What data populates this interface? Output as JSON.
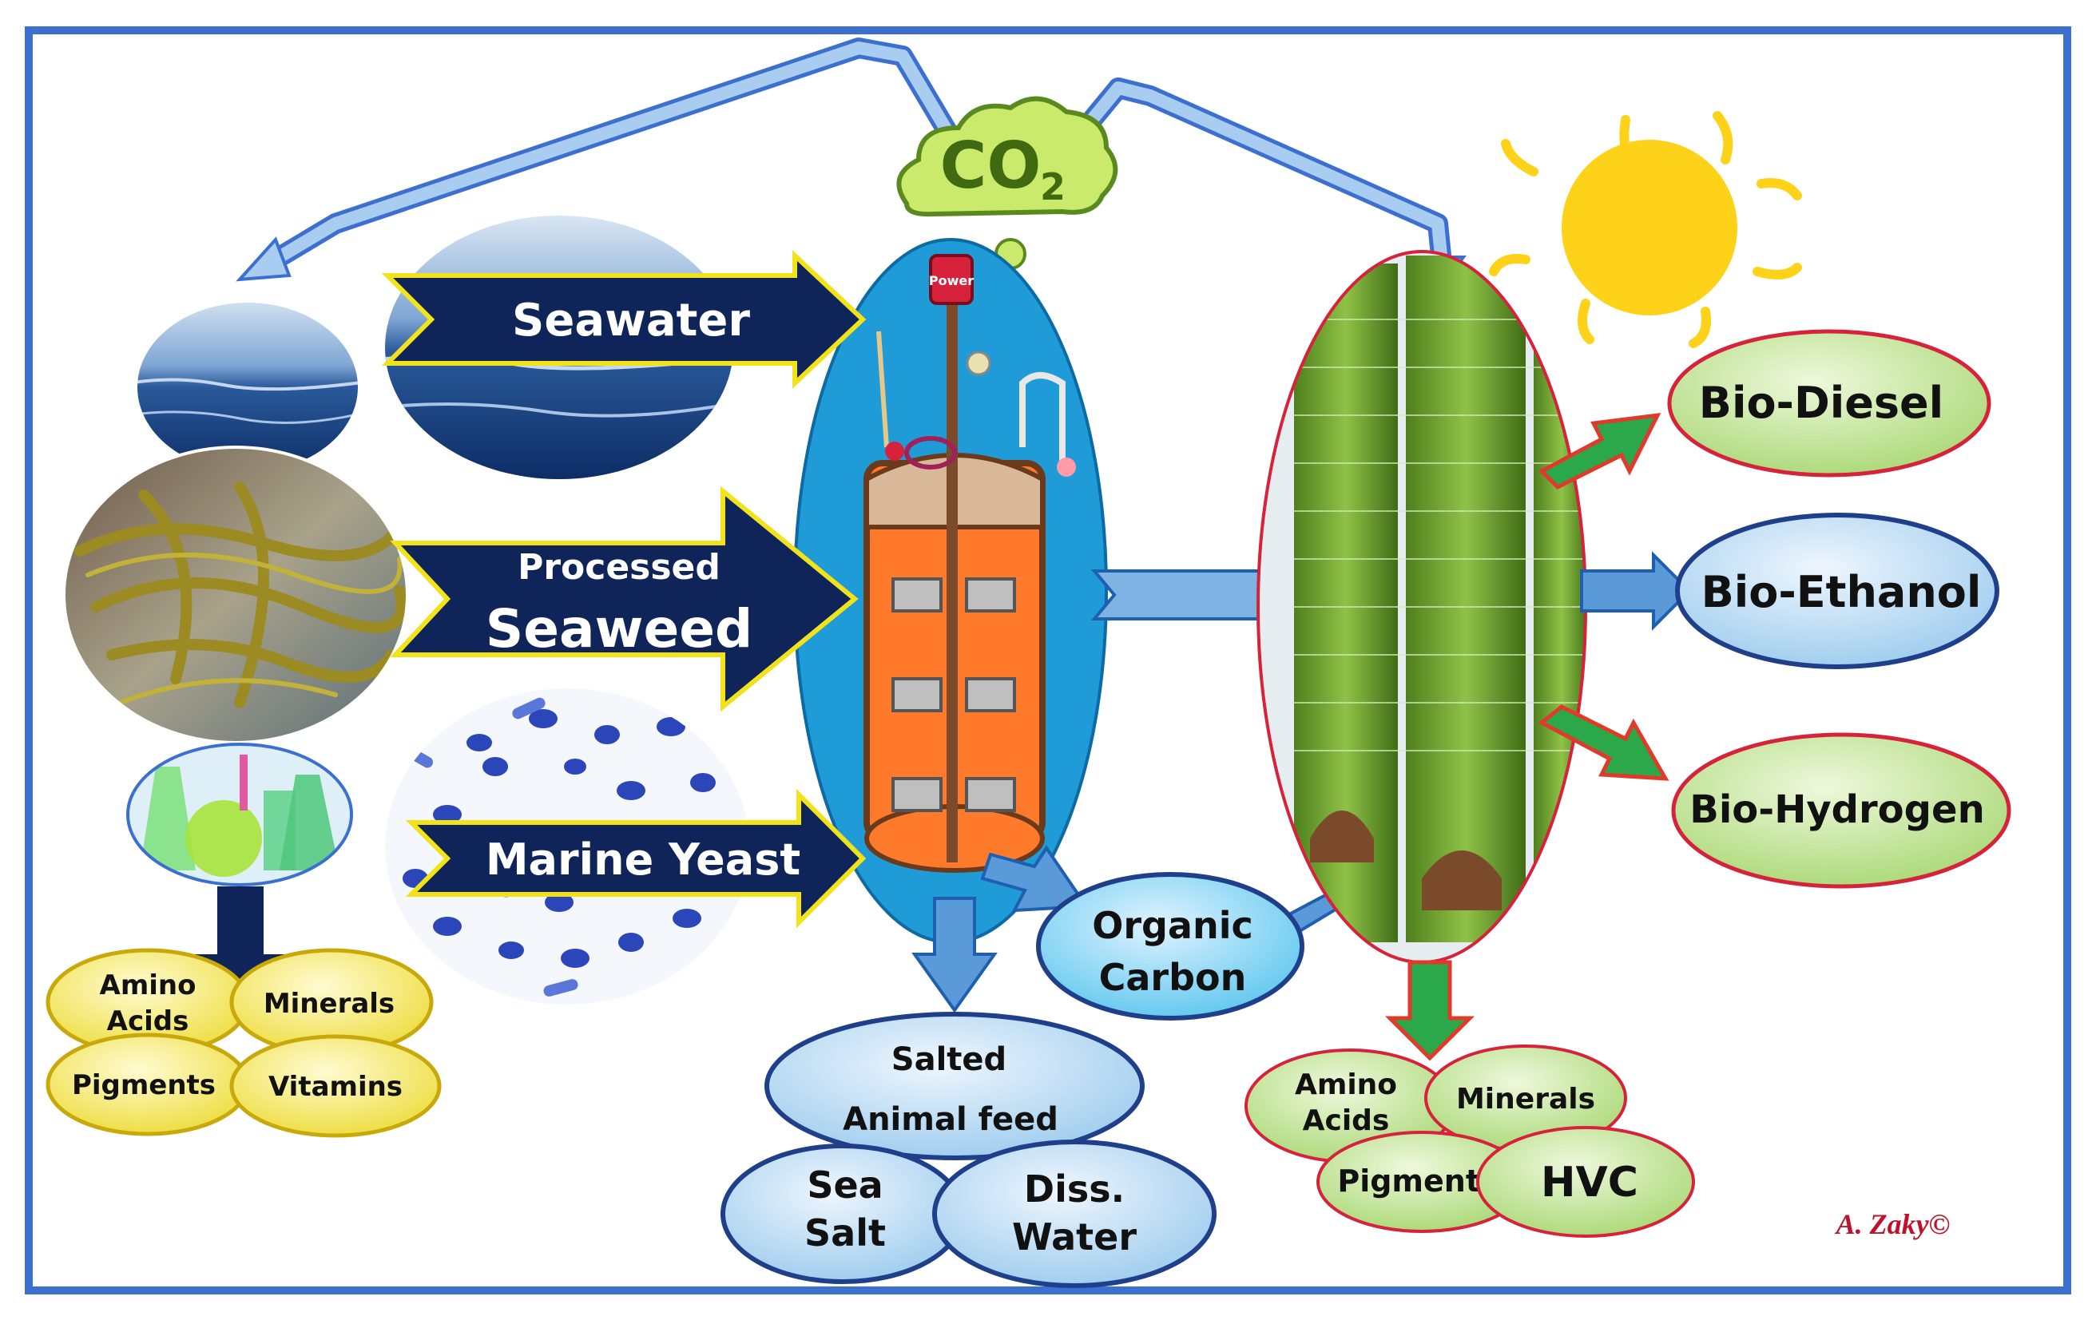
{
  "colors": {
    "frame": "#3b6fd0",
    "navy_arrow": "#0f2458",
    "arrow_outline": "#f2e21a",
    "reactor_oval": "#1f9bd8",
    "reactor_fill": "#ff7a2a",
    "green_output": "#c9e89b",
    "blue_output": "#bcdcf4",
    "yellow_output": "#f5ea6a",
    "cloud": "#c9ea6a",
    "sun": "#ffd21a",
    "credit": "#c0102a"
  },
  "cloud": {
    "label": "CO",
    "subscript": "2"
  },
  "reactor": {
    "power_label": "Power"
  },
  "inputs": {
    "seawater": "Seawater",
    "seaweed_line1": "Processed",
    "seaweed_line2": "Seaweed",
    "yeast": "Marine Yeast"
  },
  "organic_carbon": {
    "line1": "Organic",
    "line2": "Carbon"
  },
  "biofuels": {
    "diesel": "Bio-Diesel",
    "ethanol": "Bio-Ethanol",
    "hydrogen": "Bio-Hydrogen"
  },
  "left_products": {
    "amino_line1": "Amino",
    "amino_line2": "Acids",
    "minerals": "Minerals",
    "pigments": "Pigments",
    "vitamins": "Vitamins"
  },
  "reactor_products": {
    "salted_line1": "Salted",
    "salted_line2": "Animal feed",
    "sea_line1": "Sea",
    "sea_line2": "Salt",
    "diss_line1": "Diss.",
    "diss_line2": "Water"
  },
  "algae_products": {
    "amino_line1": "Amino",
    "amino_line2": "Acids",
    "minerals": "Minerals",
    "pigments": "Pigments",
    "hvc": "HVC"
  },
  "credit": "A. Zaky©"
}
